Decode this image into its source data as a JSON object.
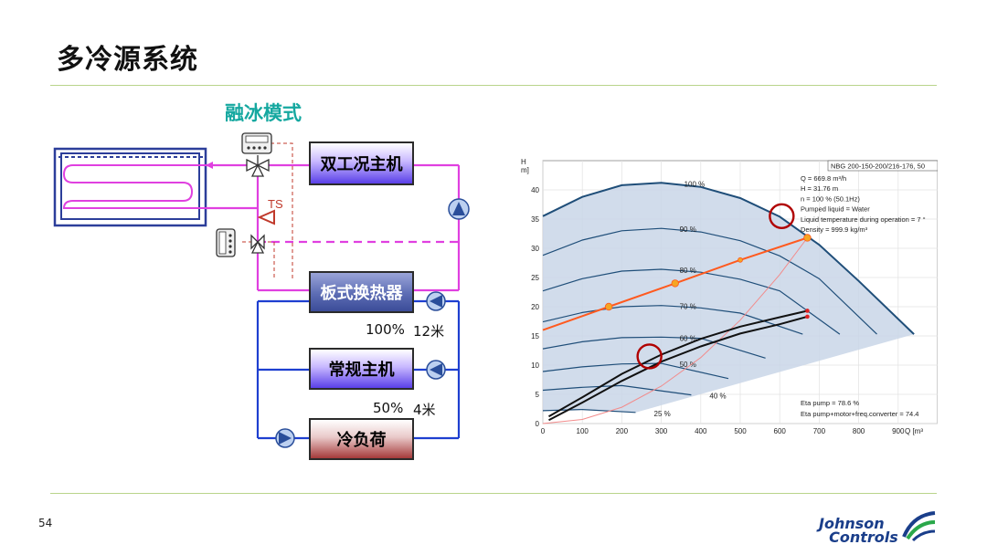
{
  "page": {
    "title": "多冷源系统",
    "subtitle": "融冰模式",
    "page_number": "54"
  },
  "diagram": {
    "boxes": {
      "dual_chiller": "双工况主机",
      "plate_hx": "板式换热器",
      "regular_chiller": "常规主机",
      "cold_load": "冷负荷"
    },
    "labels": {
      "ts": "TS",
      "pct_100": "100%",
      "head_12": "12米",
      "pct_50": "50%",
      "head_4": "4米"
    },
    "colors": {
      "glycol_loop": "#e040e0",
      "water_loop": "#1e3fd0",
      "control_dash": "#c0392b"
    }
  },
  "chart_data": {
    "type": "line",
    "title": "NBG 200-150-200/216-176, 50",
    "xlabel": "Q [m³",
    "ylabel": "H\nm]",
    "xlim": [
      0,
      1000
    ],
    "ylim": [
      0,
      45
    ],
    "x_ticks": [
      0,
      100,
      200,
      300,
      400,
      500,
      600,
      700,
      800,
      900
    ],
    "y_ticks": [
      0,
      5,
      10,
      15,
      20,
      25,
      30,
      35,
      40
    ],
    "grid": true,
    "info_lines": [
      "Q = 669.8 m³/h",
      "H = 31.76 m",
      "n = 100 % (50.1Hz)",
      "Pumped liquid = Water",
      "Liquid temperature during operation = 7 °",
      "Density = 999.9 kg/m³"
    ],
    "eta_lines": [
      "Eta pump = 78.6 %",
      "Eta pump+motor+freq.converter = 74.4"
    ],
    "speed_curves": [
      {
        "label": "100 %",
        "x": [
          0,
          100,
          200,
          300,
          400,
          500,
          600,
          700,
          800,
          940
        ],
        "y": [
          35.5,
          38.8,
          40.8,
          41.2,
          40.5,
          38.6,
          35.4,
          30.6,
          24.4,
          15.3
        ]
      },
      {
        "label": "90 %",
        "x": [
          0,
          100,
          200,
          300,
          400,
          500,
          600,
          700,
          846
        ],
        "y": [
          28.8,
          31.4,
          33.0,
          33.4,
          32.8,
          31.3,
          28.7,
          24.8,
          15.3
        ]
      },
      {
        "label": "80 %",
        "x": [
          0,
          100,
          200,
          300,
          400,
          500,
          600,
          752
        ],
        "y": [
          22.7,
          24.8,
          26.1,
          26.4,
          25.9,
          24.7,
          22.7,
          15.3
        ]
      },
      {
        "label": "70 %",
        "x": [
          0,
          100,
          200,
          300,
          400,
          500,
          658
        ],
        "y": [
          17.4,
          19.0,
          20.0,
          20.2,
          19.8,
          18.9,
          15.3
        ]
      },
      {
        "label": "60 %",
        "x": [
          0,
          100,
          200,
          300,
          400,
          564
        ],
        "y": [
          12.8,
          14.0,
          14.7,
          14.8,
          14.6,
          11.2
        ]
      },
      {
        "label": "50 %",
        "x": [
          0,
          100,
          200,
          300,
          470
        ],
        "y": [
          8.9,
          9.7,
          10.2,
          10.3,
          7.7
        ]
      },
      {
        "label": "40 %",
        "x": [
          0,
          100,
          200,
          376
        ],
        "y": [
          5.7,
          6.2,
          6.5,
          4.9
        ]
      },
      {
        "label": "25 %",
        "x": [
          0,
          100,
          235
        ],
        "y": [
          2.2,
          2.4,
          1.9
        ]
      }
    ],
    "operating_line": {
      "x": [
        0,
        167,
        335,
        500,
        670
      ],
      "y": [
        16.0,
        20.0,
        24.0,
        28.0,
        31.8
      ]
    },
    "operating_points": [
      {
        "x": 167,
        "y": 20.0
      },
      {
        "x": 335,
        "y": 24.0
      },
      {
        "x": 500,
        "y": 28.0
      },
      {
        "x": 670,
        "y": 31.8
      }
    ],
    "system_curves": [
      {
        "x": [
          15,
          100,
          200,
          300,
          400,
          500,
          600,
          670
        ],
        "y": [
          1.2,
          4.5,
          8.5,
          11.8,
          14.5,
          16.6,
          18.2,
          19.3
        ]
      },
      {
        "x": [
          15,
          100,
          200,
          300,
          400,
          500,
          600,
          670
        ],
        "y": [
          0.6,
          3.6,
          7.3,
          10.6,
          13.2,
          15.4,
          17.0,
          18.3
        ]
      }
    ],
    "pink_curve": {
      "x": [
        0,
        100,
        200,
        300,
        400,
        500,
        600,
        670
      ],
      "y": [
        0,
        0.7,
        2.8,
        6.4,
        11.3,
        17.7,
        25.5,
        31.8
      ]
    },
    "highlight_circles": [
      {
        "x": 605,
        "y": 35.5
      },
      {
        "x": 270,
        "y": 11.5
      }
    ],
    "colors": {
      "envelope_fill": "#c9d6e8",
      "curve": "#1f4e79",
      "operating": "#ff5a1f",
      "point": "#f5a623",
      "system": "#111111",
      "pink": "#f28b8b",
      "circle": "#b00000",
      "end_point": "#e02020"
    }
  }
}
